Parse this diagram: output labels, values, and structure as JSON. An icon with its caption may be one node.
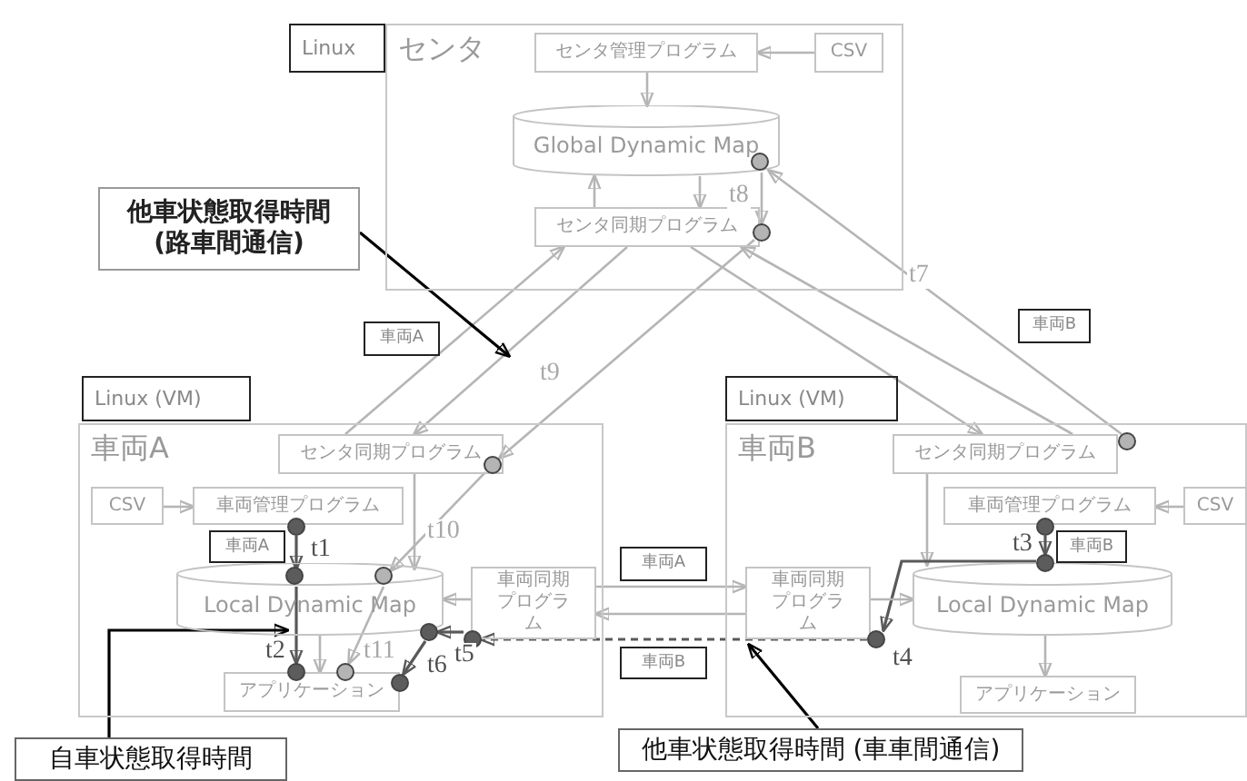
{
  "diagram": {
    "nodes": [
      {
        "text": [
          "センタ"
        ]
      },
      {
        "text": [
          "Linux"
        ]
      },
      {
        "text": [
          "センタ管理プログラム"
        ],
        "in": 0
      },
      {
        "text": [
          "CSV"
        ],
        "in": 0
      },
      {
        "text": [
          "Global Dynamic Map"
        ],
        "in": 0
      },
      {
        "text": [
          "センタ同期プログラム"
        ],
        "in": 0
      },
      {
        "text": [
          "他車状態取得時間(路車間通信)"
        ]
      },
      {
        "text": [
          "車両A"
        ]
      },
      {
        "text": [
          "車両B"
        ]
      },
      {
        "text": [
          "Linux (VM)"
        ]
      },
      {
        "text": [
          "車両A"
        ]
      },
      {
        "text": [
          "センタ同期プログラム"
        ],
        "in": 10
      },
      {
        "text": [
          "CSV"
        ],
        "in": 10
      },
      {
        "text": [
          "車両管理プログラム"
        ],
        "in": 10
      },
      {
        "text": [
          "車両A"
        ],
        "in": 10
      },
      {
        "text": [
          "Local Dynamic Map"
        ],
        "in": 10
      },
      {
        "text": [
          "アプリケーション"
        ],
        "in": 10
      },
      {
        "text": [
          "車両同期プログラム"
        ],
        "in": 10
      },
      {
        "text": [
          "Linux (VM)"
        ]
      },
      {
        "text": [
          "車両B"
        ]
      },
      {
        "text": [
          "センタ同期プログラム"
        ],
        "in": 19
      },
      {
        "text": [
          "車両管理プログラム"
        ],
        "in": 19
      },
      {
        "text": [
          "CSV"
        ],
        "in": 19
      },
      {
        "text": [
          "車両B"
        ],
        "in": 19
      },
      {
        "text": [
          "車両同期プログラム"
        ],
        "in": 19
      },
      {
        "text": [
          "Local Dynamic Map"
        ],
        "in": 19
      },
      {
        "text": [
          "アプリケーション"
        ],
        "in": 19
      },
      {
        "text": [
          "車両A"
        ]
      },
      {
        "text": [
          "車両B"
        ]
      },
      {
        "text": [
          "自車状態取得時間"
        ]
      },
      {
        "text": [
          "他車状態取得時間 (車車間通信)"
        ]
      },
      {
        "text": [],
        "shape": "circle",
        "in": 4
      },
      {
        "text": [],
        "shape": "circle",
        "in": 0
      },
      {
        "text": [],
        "shape": "circle",
        "in": 11
      },
      {
        "text": [],
        "shape": "circle",
        "in": 10
      },
      {
        "text": [],
        "shape": "circle",
        "in": 15
      },
      {
        "text": [],
        "shape": "circle",
        "in": 15
      },
      {
        "text": [],
        "shape": "circle",
        "in": 10
      },
      {
        "text": [],
        "shape": "circle",
        "in": 10
      },
      {
        "text": [],
        "shape": "circle",
        "in": 10
      },
      {
        "text": [],
        "shape": "circle",
        "in": 10
      },
      {
        "text": [],
        "shape": "circle",
        "in": 10
      },
      {
        "text": [],
        "shape": "circle",
        "in": 19
      },
      {
        "text": [],
        "shape": "circle",
        "in": 19
      },
      {
        "text": [],
        "shape": "circle",
        "in": 19
      },
      {
        "text": [],
        "shape": "circle",
        "in": 19
      }
    ],
    "edges": [
      {
        "from": 3,
        "to": 2,
        "arrow": "to"
      },
      {
        "from": 2,
        "to": 4,
        "arrow": "to"
      },
      {
        "from": 5,
        "to": 4,
        "arrow": "to"
      },
      {
        "from": 4,
        "to": 5,
        "arrow": "to"
      },
      {
        "from": 31,
        "to": 32,
        "arrow": "to",
        "label": "t8"
      },
      {
        "from": 11,
        "to": 5,
        "arrow": "to"
      },
      {
        "from": 5,
        "to": 11,
        "arrow": "to"
      },
      {
        "from": 32,
        "to": 33,
        "arrow": "to",
        "label": "t9"
      },
      {
        "from": 5,
        "to": 20,
        "arrow": "to"
      },
      {
        "from": 20,
        "to": 5,
        "arrow": "to"
      },
      {
        "from": 42,
        "to": 31,
        "arrow": "to",
        "label": "t7"
      },
      {
        "from": 12,
        "to": 13,
        "arrow": "to"
      },
      {
        "from": 34,
        "to": 35,
        "arrow": "to",
        "label": "t1",
        "color": "#595959"
      },
      {
        "from": 11,
        "to": 15,
        "arrow": "to",
        "label": "t10"
      },
      {
        "from": 33,
        "to": 36,
        "arrow": "to"
      },
      {
        "from": 36,
        "to": 39,
        "arrow": "to",
        "label": "t11"
      },
      {
        "from": 35,
        "to": 38,
        "arrow": "to",
        "label": "t2",
        "color": "#595959"
      },
      {
        "from": 15,
        "to": 16,
        "arrow": "to"
      },
      {
        "from": 17,
        "to": 15,
        "arrow": "to"
      },
      {
        "from": 41,
        "to": 37,
        "arrow": "to",
        "label": "t5",
        "color": "#595959"
      },
      {
        "from": 37,
        "to": 40,
        "arrow": "to",
        "label": "t6",
        "color": "#595959"
      },
      {
        "from": 17,
        "to": 24,
        "arrow": "to"
      },
      {
        "from": 24,
        "to": 17,
        "arrow": "to"
      },
      {
        "from": 45,
        "to": 41,
        "arrow": "to",
        "style": "dashed",
        "color": "#595959"
      },
      {
        "from": 22,
        "to": 21,
        "arrow": "to"
      },
      {
        "from": 43,
        "to": 44,
        "arrow": "to",
        "label": "t3",
        "color": "#595959"
      },
      {
        "from": 20,
        "to": 25,
        "arrow": "to"
      },
      {
        "from": 44,
        "to": 45,
        "arrow": "to",
        "label": "t4",
        "color": "#595959"
      },
      {
        "from": 24,
        "to": 25,
        "arrow": "to"
      },
      {
        "from": 25,
        "to": 26,
        "arrow": "to"
      },
      {
        "from": 6,
        "to": null,
        "arrow": "to",
        "color": "#000000"
      },
      {
        "from": 29,
        "to": 15,
        "arrow": "to",
        "color": "#000000"
      },
      {
        "from": 30,
        "to": 24,
        "arrow": "to",
        "color": "#000000"
      }
    ]
  }
}
